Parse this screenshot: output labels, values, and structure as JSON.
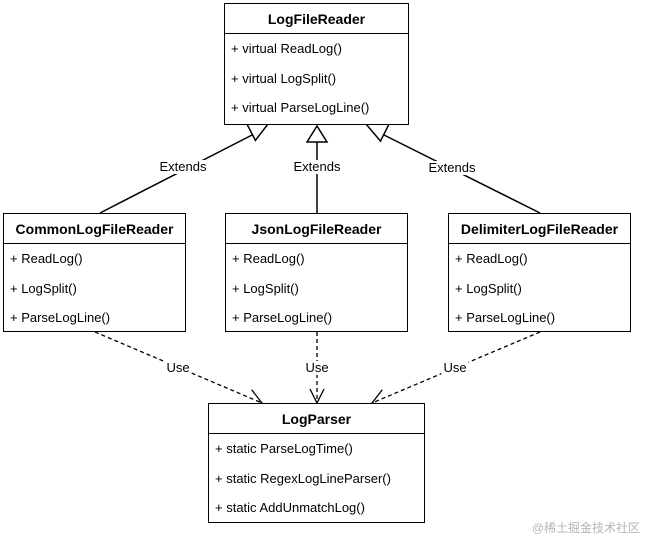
{
  "classes": {
    "log_file_reader": {
      "name": "LogFileReader",
      "methods": [
        "+ virtual ReadLog()",
        "+ virtual LogSplit()",
        "+ virtual ParseLogLine()"
      ]
    },
    "common_log_file_reader": {
      "name": "CommonLogFileReader",
      "methods": [
        "+ ReadLog()",
        "+ LogSplit()",
        "+ ParseLogLine()"
      ]
    },
    "json_log_file_reader": {
      "name": "JsonLogFileReader",
      "methods": [
        "+ ReadLog()",
        "+ LogSplit()",
        "+ ParseLogLine()"
      ]
    },
    "delimiter_log_file_reader": {
      "name": "DelimiterLogFileReader",
      "methods": [
        "+ ReadLog()",
        "+ LogSplit()",
        "+ ParseLogLine()"
      ]
    },
    "log_parser": {
      "name": "LogParser",
      "methods": [
        "+ static ParseLogTime()",
        "+ static RegexLogLineParser()",
        "+ static AddUnmatchLog()"
      ]
    }
  },
  "relations": {
    "extends_label": "Extends",
    "use_label": "Use"
  },
  "watermark": "@稀土掘金技术社区"
}
